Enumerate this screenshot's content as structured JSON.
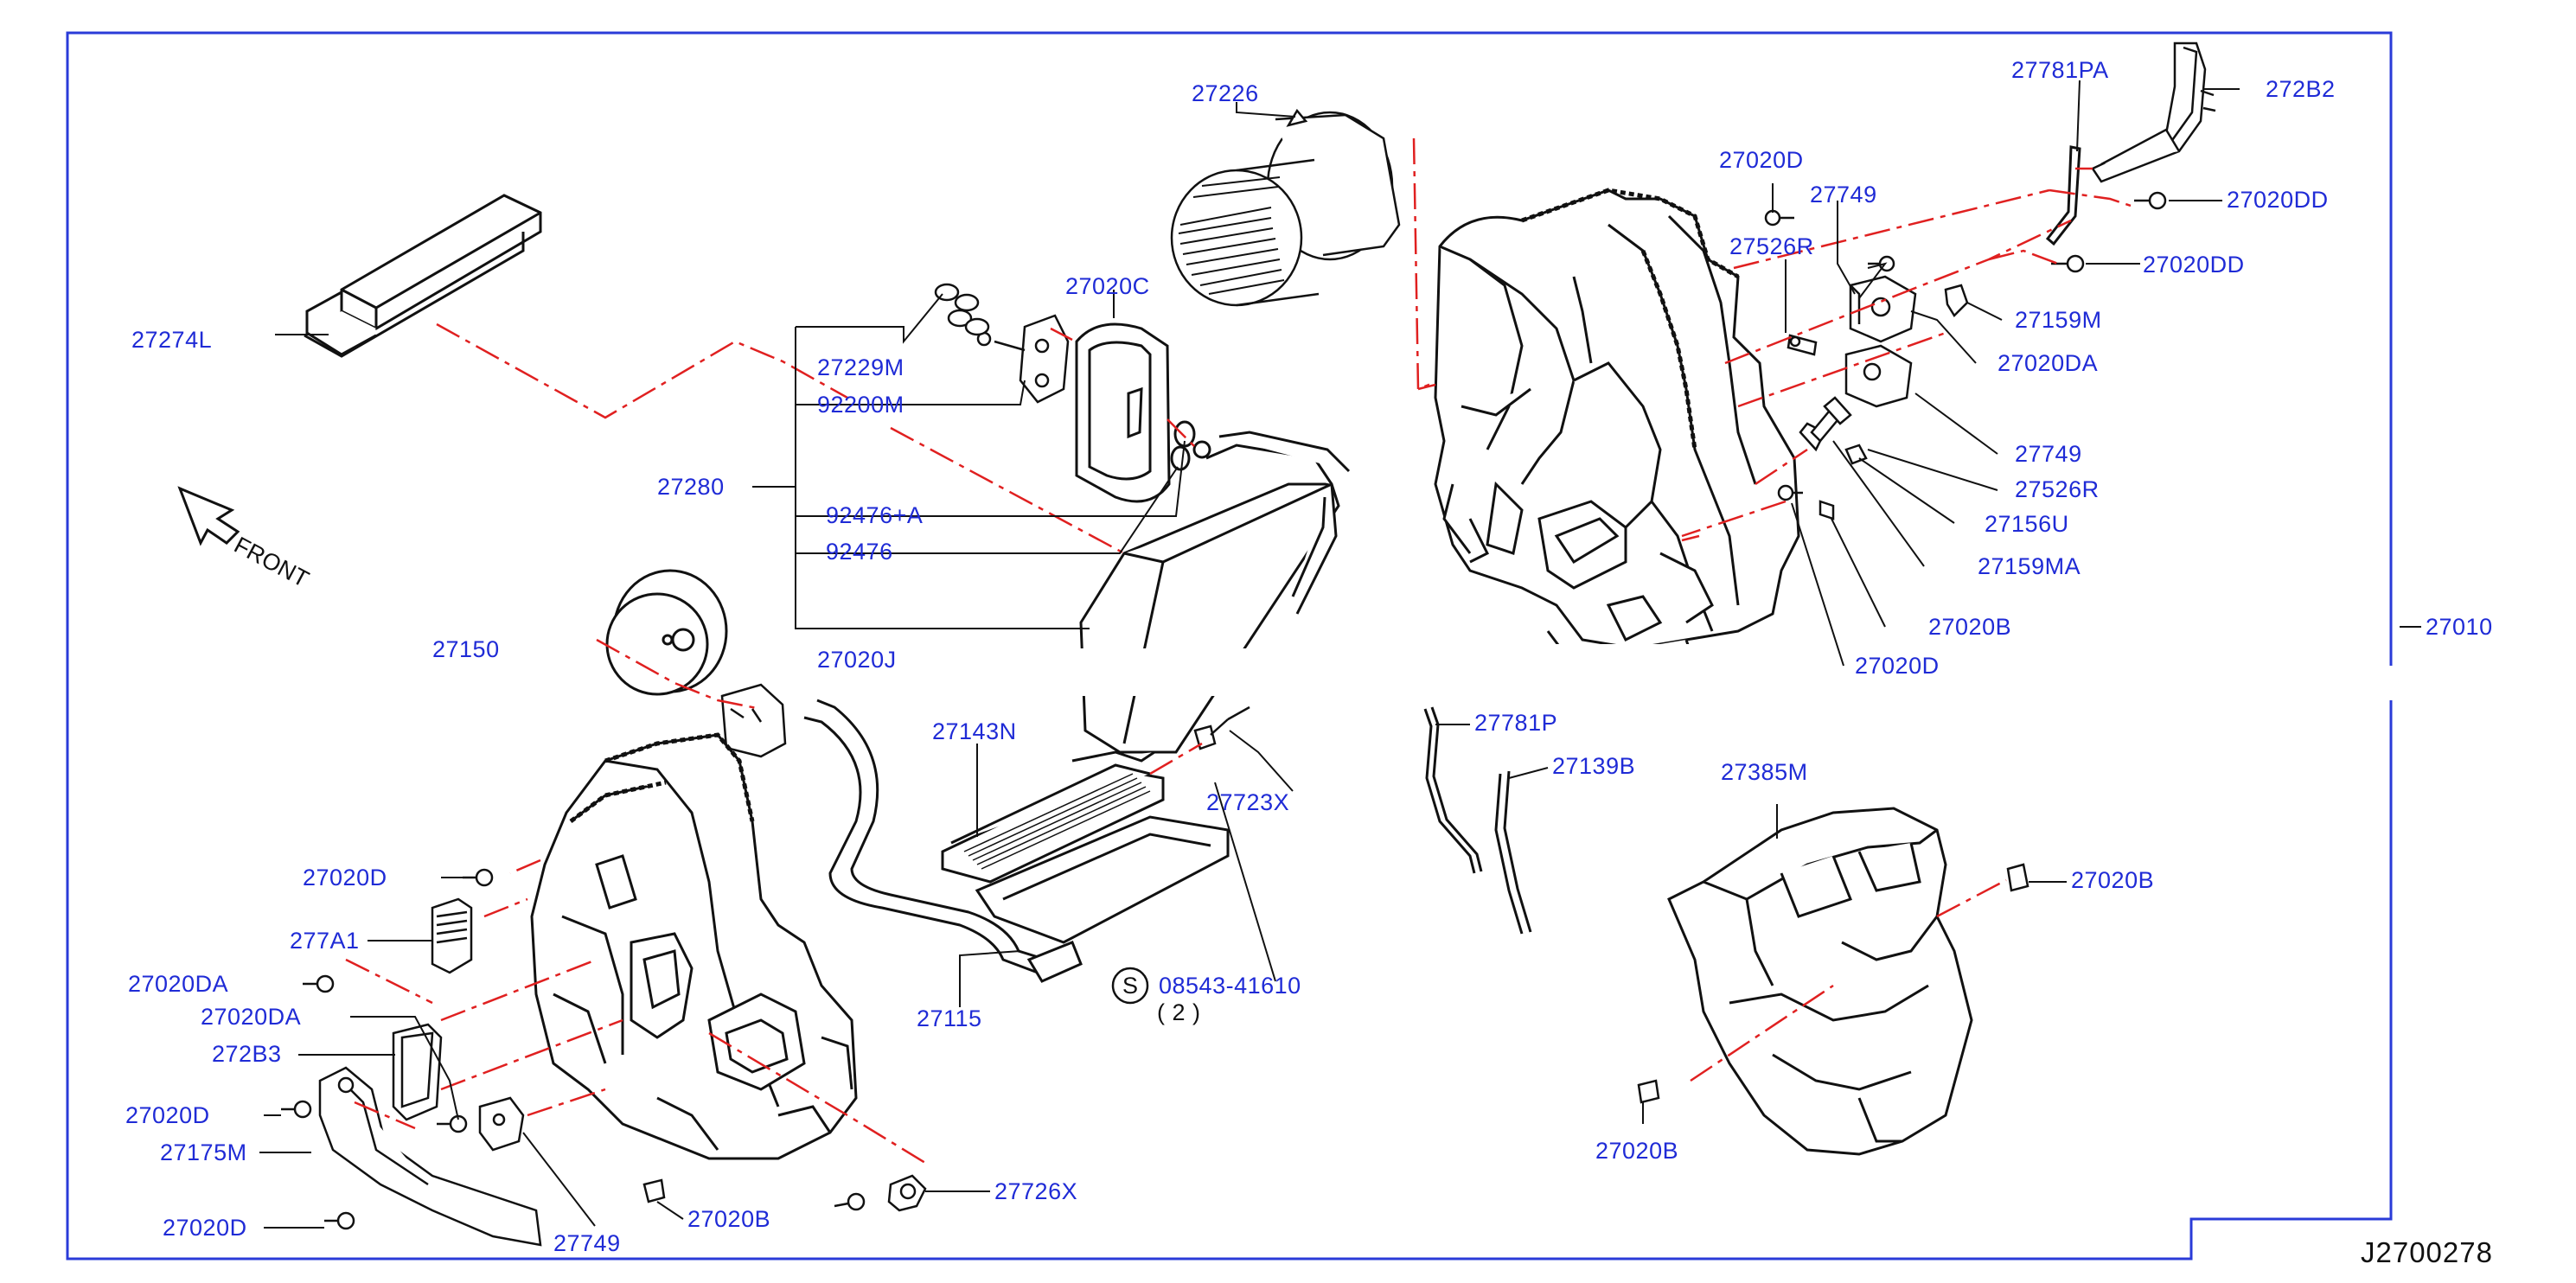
{
  "diagram": {
    "reference_code": "J2700278",
    "front_label": "FRONT",
    "screw_note_symbol": "S",
    "screw_note_qty": "( 2 )",
    "colors": {
      "label": "#1f2bd6",
      "line": "#111111",
      "center_line": "#e02020",
      "frame": "#2a3bd8"
    },
    "callouts": [
      {
        "id": "c01",
        "text": "27226"
      },
      {
        "id": "c02",
        "text": "27020D"
      },
      {
        "id": "c03",
        "text": "27749"
      },
      {
        "id": "c04",
        "text": "27526R"
      },
      {
        "id": "c05",
        "text": "27781PA"
      },
      {
        "id": "c06",
        "text": "272B2"
      },
      {
        "id": "c07",
        "text": "27020DD"
      },
      {
        "id": "c08",
        "text": "27020DD"
      },
      {
        "id": "c09",
        "text": "27159M"
      },
      {
        "id": "c10",
        "text": "27020DA"
      },
      {
        "id": "c11",
        "text": "27749"
      },
      {
        "id": "c12",
        "text": "27526R"
      },
      {
        "id": "c13",
        "text": "27156U"
      },
      {
        "id": "c14",
        "text": "27159MA"
      },
      {
        "id": "c15",
        "text": "27020B"
      },
      {
        "id": "c16",
        "text": "27020D"
      },
      {
        "id": "c17",
        "text": "27010"
      },
      {
        "id": "c18",
        "text": "27274L"
      },
      {
        "id": "c19",
        "text": "27020C"
      },
      {
        "id": "c20",
        "text": "27229M"
      },
      {
        "id": "c21",
        "text": "92200M"
      },
      {
        "id": "c22",
        "text": "27280"
      },
      {
        "id": "c23",
        "text": "92476+A"
      },
      {
        "id": "c24",
        "text": "92476"
      },
      {
        "id": "c25",
        "text": "27150"
      },
      {
        "id": "c26",
        "text": "27020J"
      },
      {
        "id": "c27",
        "text": "27143N"
      },
      {
        "id": "c28",
        "text": "27723X"
      },
      {
        "id": "c29",
        "text": "27781P"
      },
      {
        "id": "c30",
        "text": "27139B"
      },
      {
        "id": "c31",
        "text": "27385M"
      },
      {
        "id": "c32",
        "text": "27020B"
      },
      {
        "id": "c33",
        "text": "27020D"
      },
      {
        "id": "c34",
        "text": "277A1"
      },
      {
        "id": "c35",
        "text": "27020DA"
      },
      {
        "id": "c36",
        "text": "27020DA"
      },
      {
        "id": "c37",
        "text": "272B3"
      },
      {
        "id": "c38",
        "text": "27020D"
      },
      {
        "id": "c39",
        "text": "27175M"
      },
      {
        "id": "c40",
        "text": "27020D"
      },
      {
        "id": "c41",
        "text": "27749"
      },
      {
        "id": "c42",
        "text": "27020B"
      },
      {
        "id": "c43",
        "text": "27726X"
      },
      {
        "id": "c44",
        "text": "27115"
      },
      {
        "id": "c45",
        "text": "08543-41610"
      },
      {
        "id": "c46",
        "text": "27020B"
      }
    ]
  }
}
